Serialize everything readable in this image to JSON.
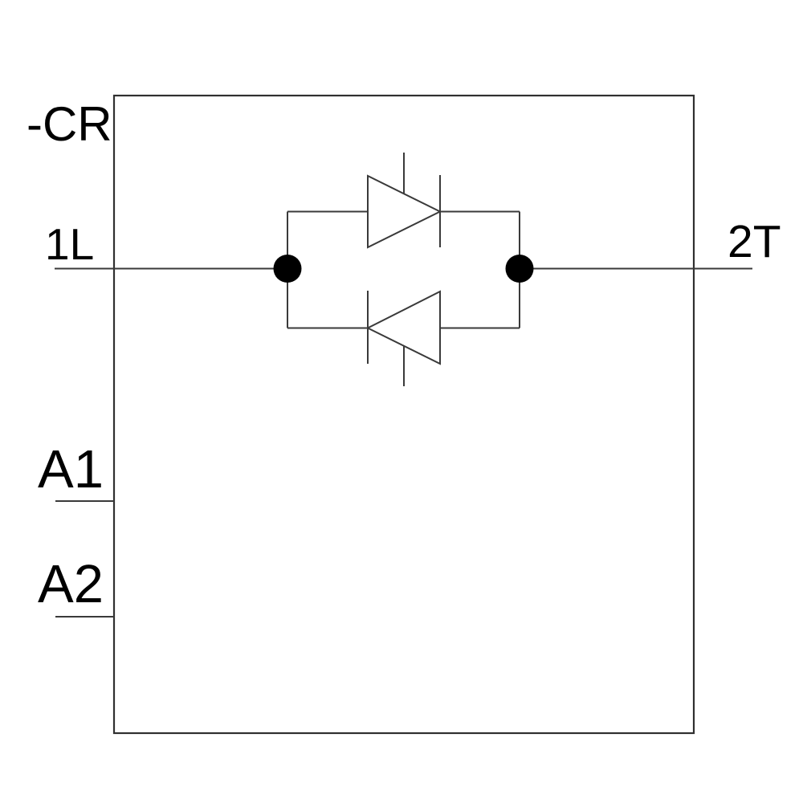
{
  "diagram": {
    "type": "electrical-schematic-solid-state-relay",
    "labels": {
      "device_ref": "-CR",
      "terminal_line": "1L",
      "terminal_load": "2T",
      "control_a1": "A1",
      "control_a2": "A2"
    },
    "icons": {
      "top_device": "thyristor-right-icon",
      "bottom_device": "thyristor-left-icon",
      "junction_left": "junction-dot",
      "junction_right": "junction-dot"
    },
    "colors": {
      "background": "#ffffff",
      "line": "#3a3a3a",
      "text": "#000000",
      "junction_dot": "#000000"
    }
  }
}
